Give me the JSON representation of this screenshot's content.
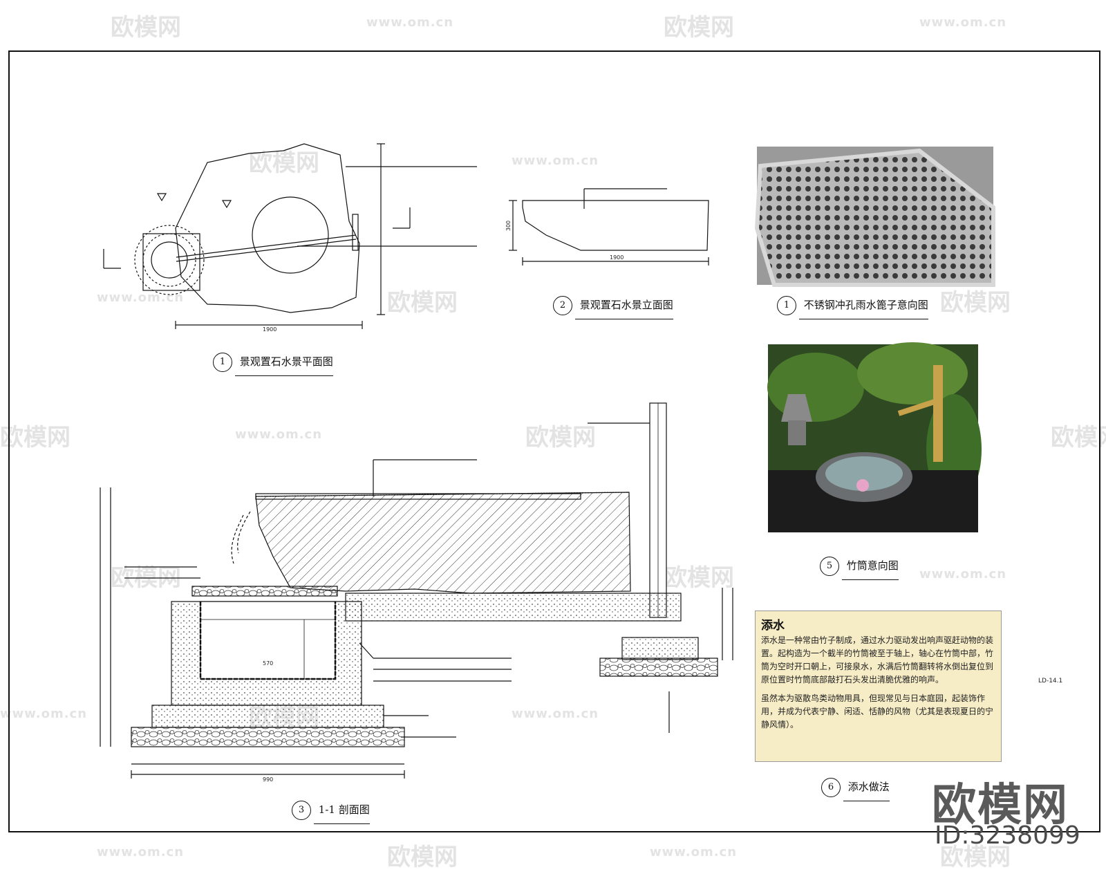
{
  "watermark": {
    "logo": "欧模网",
    "url": "www.om.cn"
  },
  "drawings": {
    "plan": {
      "num": "1",
      "title": "景观置石水景平面图"
    },
    "elevation": {
      "num": "2",
      "title": "景观置石水景立面图"
    },
    "grate": {
      "num": "1",
      "title": "不锈钢冲孔雨水篦子意向图"
    },
    "bamboo": {
      "num": "5",
      "title": "竹筒意向图"
    },
    "section": {
      "num": "3",
      "title": "1-1 剖面图"
    },
    "method": {
      "num": "6",
      "title": "添水做法"
    }
  },
  "note": {
    "heading": "添水",
    "para1": "添水是一种常由竹子制成，通过水力驱动发出响声驱赶动物的装置。起构造为一个截半的竹筒被至于轴上，轴心在竹筒中部，竹筒为空时开口朝上，可接泉水，水满后竹筒翻转将水倒出复位到原位置时竹筒底部敲打石头发出清脆优雅的响声。",
    "para2": "虽然本为驱散鸟类动物用具，但现常见与日本庭园，起装饰作用，并成为代表宁静、闲适、恬静的风物（尤其是表现夏日的宁静风情）。"
  },
  "side_labels": {
    "sheet": "LD-14.1"
  },
  "brand": {
    "name": "欧模网",
    "id": "ID:3238099"
  },
  "dims": {
    "plan_width": "1900",
    "elev_width": "1900",
    "elev_height": "300",
    "section_total": "990",
    "section_inner": "570"
  }
}
